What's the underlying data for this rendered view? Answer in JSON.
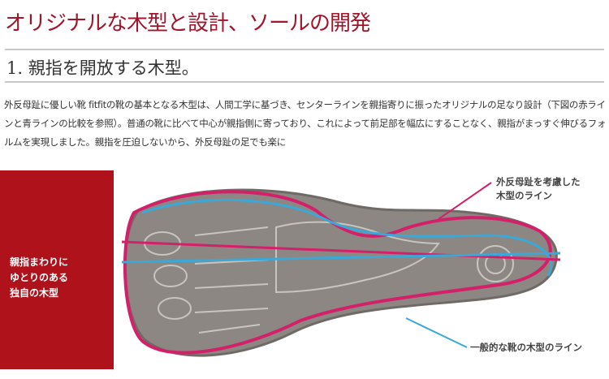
{
  "title": "オリジナルな木型と設計、ソールの開発",
  "subtitle": "1. 親指を開放する木型。",
  "body": "外反母趾に優しい靴 fitfitの靴の基本となる木型は、人間工学に基づき、センターラインを親指寄りに振ったオリジナルの足なり設計（下図の赤ラインと青ラインの比較を参照）。普通の靴に比べて中心が親指側に寄っており、これによって前足部を幅広にすることなく、親指がまっすぐ伸びるフォルムを実現しました。親指を圧迫しないから、外反母趾の足でも楽に",
  "redbox": {
    "line1": "親指まわりに",
    "line2": "ゆとりのある",
    "line3": "独自の木型"
  },
  "labels": {
    "red_line1": "外反母趾を考慮した",
    "red_line2": "木型のライン",
    "blue": "一般的な靴の木型のライン"
  },
  "colors": {
    "accent": "#a3152a",
    "magenta": "#d4206a",
    "blue": "#3aa8d8"
  }
}
